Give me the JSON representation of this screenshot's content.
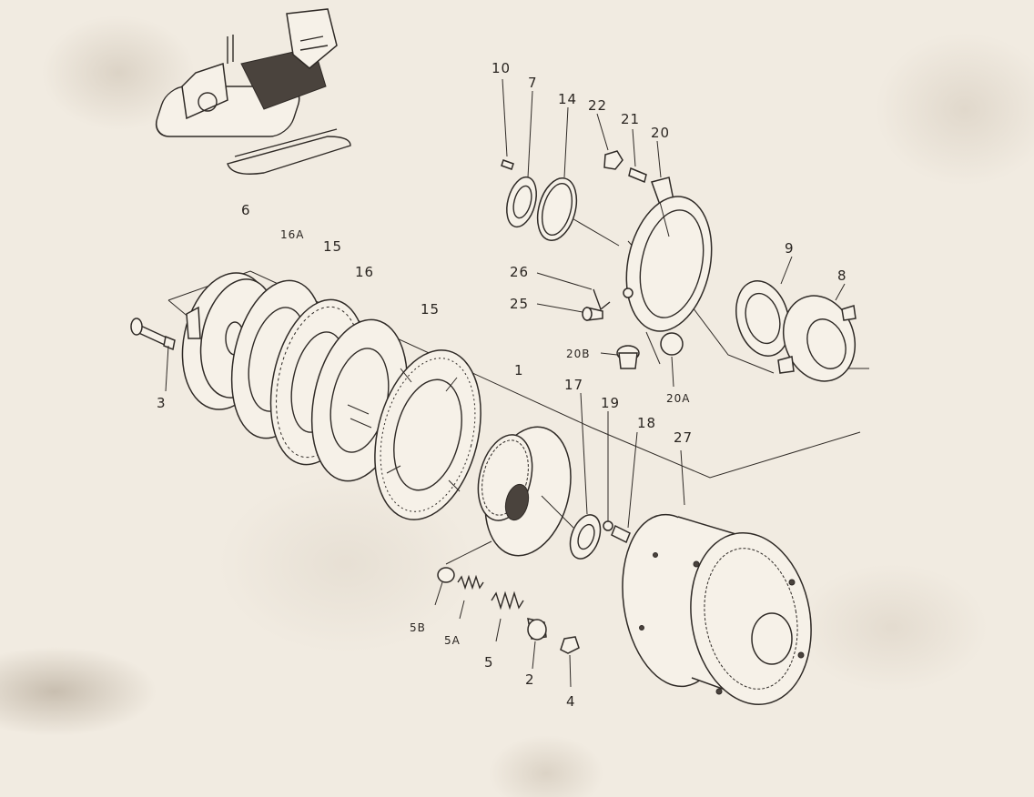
{
  "diagram": {
    "part_labels": {
      "p10": "10",
      "p7": "7",
      "p14": "14",
      "p22": "22",
      "p21": "21",
      "p20": "20",
      "p6": "6",
      "p16A": "16A",
      "p15a": "15",
      "p16": "16",
      "p15b": "15",
      "p26": "26",
      "p25": "25",
      "p9": "9",
      "p8": "8",
      "p20B": "20B",
      "p20A": "20A",
      "p3": "3",
      "p1": "1",
      "p17": "17",
      "p19": "19",
      "p18": "18",
      "p27": "27",
      "p5B": "5B",
      "p5A": "5A",
      "p5": "5",
      "p2": "2",
      "p4": "4"
    },
    "colors": {
      "ink": "#2f2a26",
      "paper": "#f1ebe1"
    }
  }
}
